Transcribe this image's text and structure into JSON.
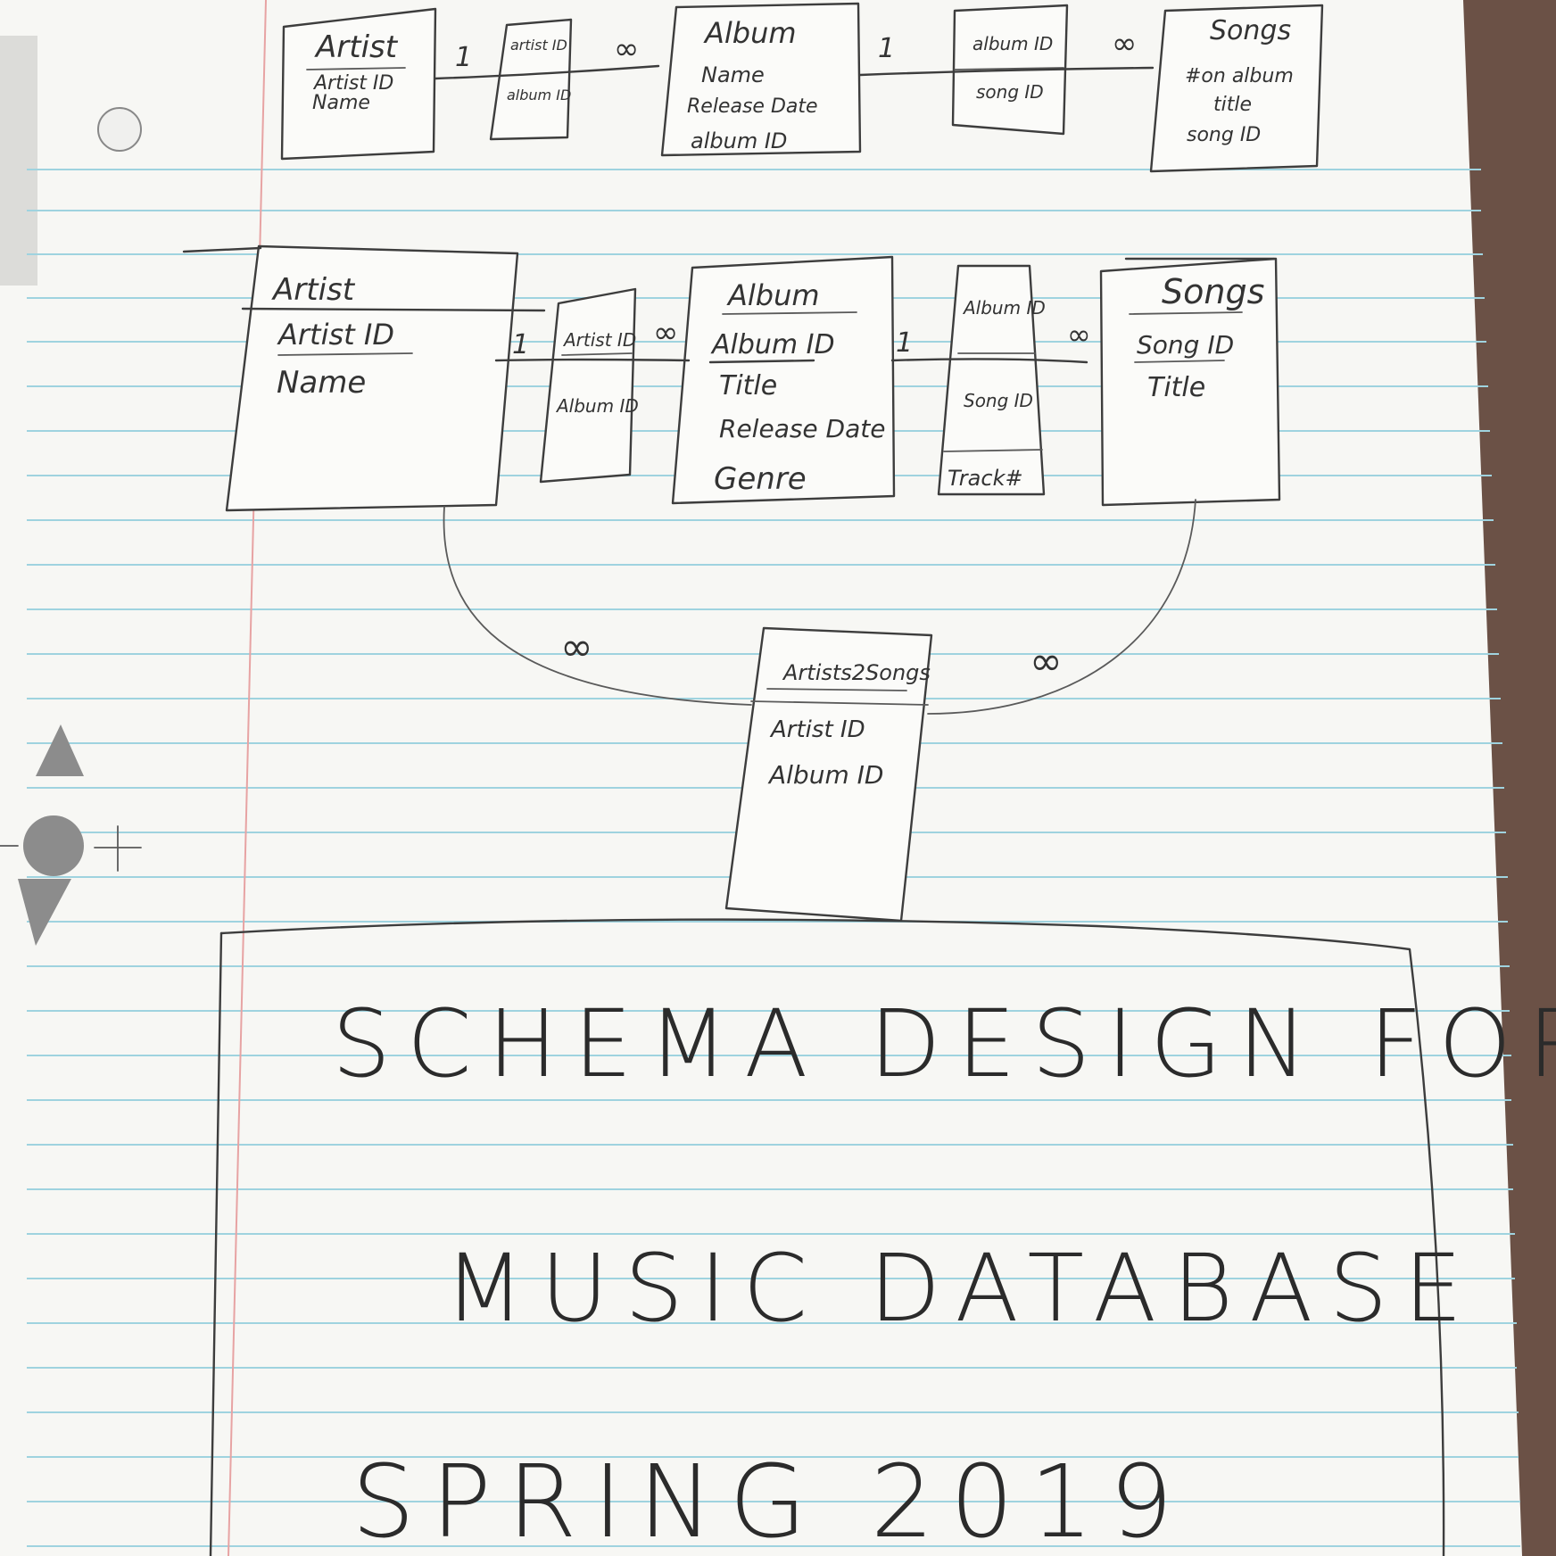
{
  "diagram_top": {
    "artist": {
      "title": "Artist",
      "fields": [
        "Artist ID",
        "Name"
      ]
    },
    "artist_album": {
      "fields": [
        "artist ID",
        "album ID"
      ]
    },
    "album": {
      "title": "Album",
      "fields": [
        "Name",
        "Release Date",
        "album ID"
      ]
    },
    "album_song": {
      "fields": [
        "album ID",
        "song ID"
      ]
    },
    "songs": {
      "title": "Songs",
      "fields": [
        "#on album",
        "title",
        "song ID"
      ]
    },
    "cardinality": {
      "one_a": "1",
      "many_a": "∞",
      "one_b": "1",
      "many_b": "∞"
    }
  },
  "diagram_main": {
    "artist": {
      "title": "Artist",
      "fields": [
        "Artist ID",
        "Name"
      ]
    },
    "artist_album": {
      "fields": [
        "Artist ID",
        "Album ID"
      ]
    },
    "album": {
      "title": "Album",
      "fields": [
        "Album ID",
        "Title",
        "Release Date",
        "Genre"
      ]
    },
    "album_song": {
      "fields": [
        "Album ID",
        "Song ID",
        "Track#"
      ]
    },
    "songs": {
      "title": "Songs",
      "fields": [
        "Song ID",
        "Title"
      ]
    },
    "artists2songs": {
      "title": "Artists2Songs",
      "fields": [
        "Artist ID",
        "Album ID"
      ]
    },
    "cardinality": {
      "one_a": "1",
      "many_a": "∞",
      "one_b": "1",
      "many_b": "∞",
      "many_c": "∞",
      "many_d": "∞"
    }
  },
  "title_block": {
    "line1": "SCHEMA DESIGN FOR",
    "line2": "MUSIC DATABASE",
    "line3": "SPRING 2019"
  },
  "colors": {
    "rule_blue": "#9fd3df",
    "margin_red": "#e7a3a3",
    "pencil": "#3d3d3d",
    "wood": "#6b5146"
  }
}
